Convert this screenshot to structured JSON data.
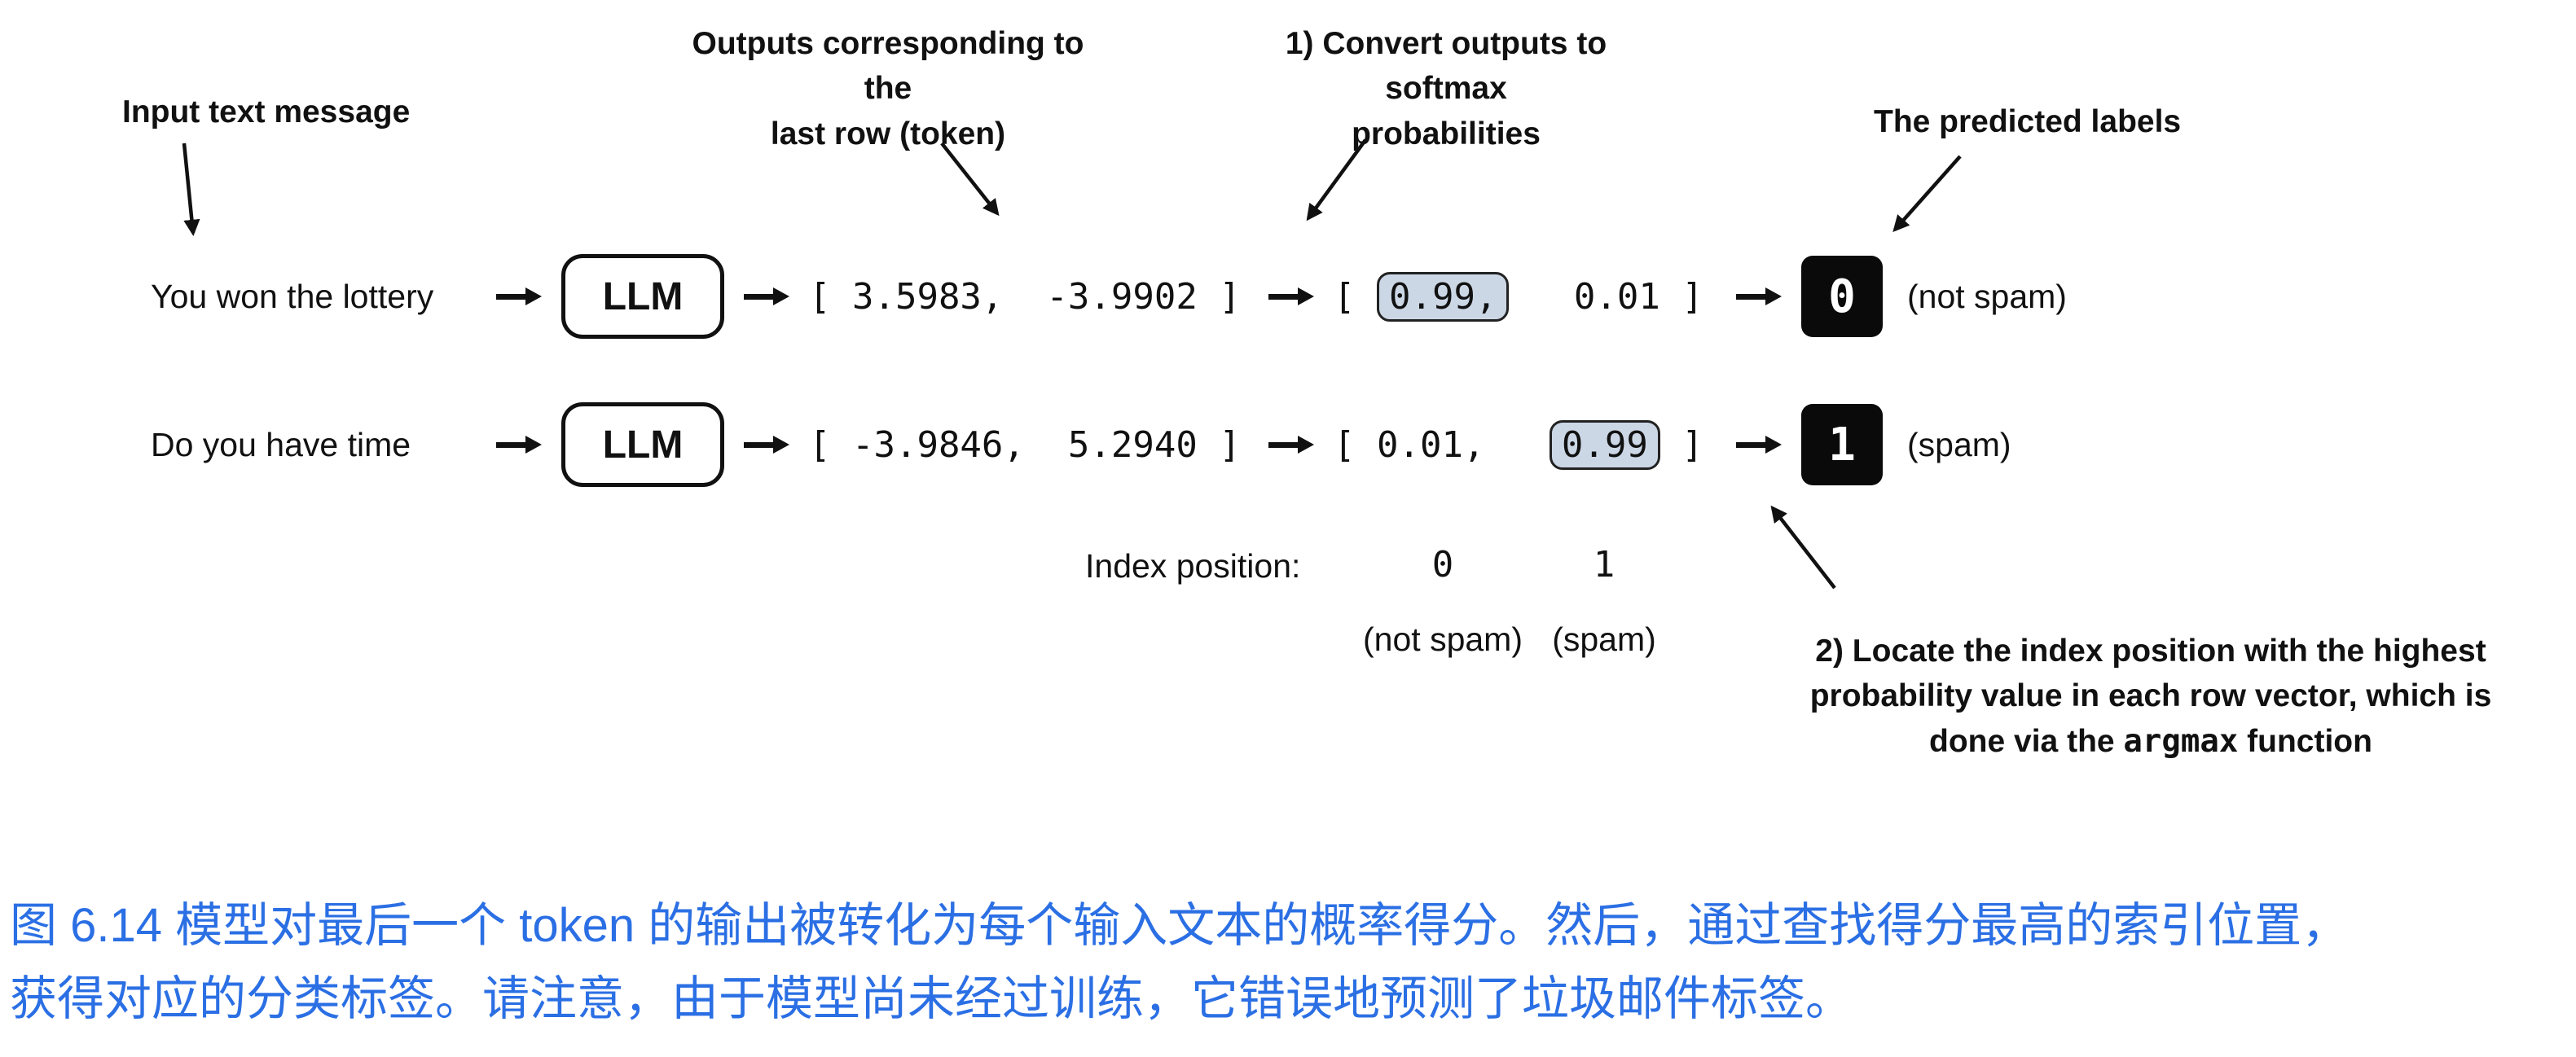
{
  "colors": {
    "caption": "#2b6fe4",
    "highlight": "#ccd7e6"
  },
  "annotations": {
    "input_label": "Input text message",
    "outputs_label": [
      "Outputs corresponding to the",
      "last row (token)"
    ],
    "softmax_label": [
      "1) Convert outputs to softmax",
      "probabilities"
    ],
    "predicted_label": "The predicted labels",
    "argmax_label": [
      "2) Locate the index position with the highest",
      "probability value in each row vector, which is"
    ],
    "argmax_line3": {
      "pre": "done via the ",
      "code": "argmax",
      "post": " function"
    }
  },
  "rows": [
    {
      "input": "You won the lottery",
      "model": "LLM",
      "logits": "[ 3.5983,  -3.9902 ]",
      "probs_prefix": "[ ",
      "probs_highlight": "0.99,",
      "probs_suffix": "   0.01 ]",
      "label": "0",
      "label_note": "(not spam)"
    },
    {
      "input": "Do you have time",
      "model": "LLM",
      "logits": "[ -3.9846,  5.2940 ]",
      "probs_prefix": "[ 0.01,   ",
      "probs_highlight": "0.99",
      "probs_suffix": " ]",
      "label": "1",
      "label_note": "(spam)"
    }
  ],
  "index_row": {
    "label": "Index position:",
    "idx0": "0",
    "idx1": "1",
    "note0": "(not spam)",
    "note1": "(spam)"
  },
  "caption": {
    "line1": "图 6.14 模型对最后一个 token 的输出被转化为每个输入文本的概率得分。然后，通过查找得分最高的索引位置，",
    "line2": "获得对应的分类标签。请注意，由于模型尚未经过训练，它错误地预测了垃圾邮件标签。"
  }
}
